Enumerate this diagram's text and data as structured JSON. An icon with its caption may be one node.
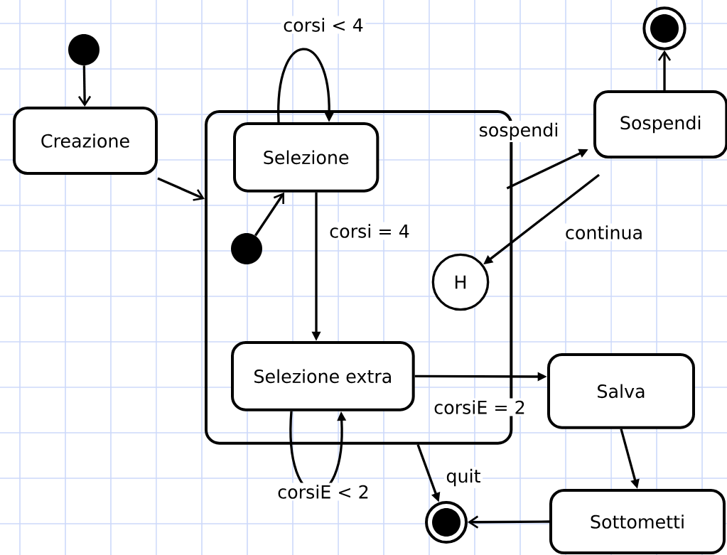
{
  "diagram": {
    "nodes": [
      {
        "text": [],
        "shape": "circle"
      },
      {
        "text": [
          "Creazione"
        ]
      },
      {
        "text": [],
        "shape": "box"
      },
      {
        "text": [
          "Selezione"
        ],
        "in": 2
      },
      {
        "text": [],
        "shape": "circle",
        "in": 2
      },
      {
        "text": [
          "H"
        ],
        "in": 2
      },
      {
        "text": [
          "Selezione extra"
        ],
        "in": 2
      },
      {
        "text": [
          "Sospendi"
        ]
      },
      {
        "text": [],
        "shape": "circle"
      },
      {
        "text": [
          "Salva"
        ]
      },
      {
        "text": [
          "Sottometti"
        ]
      },
      {
        "text": [],
        "shape": "circle"
      }
    ],
    "edges": [
      {
        "from": 0,
        "to": 1,
        "arrow": "to"
      },
      {
        "from": 1,
        "to": 2,
        "arrow": "to"
      },
      {
        "from": 3,
        "to": 3,
        "arrow": "to",
        "label": "corsi < 4"
      },
      {
        "from": 4,
        "to": 3,
        "arrow": "to"
      },
      {
        "from": 3,
        "to": 6,
        "arrow": "to",
        "label": "corsi = 4"
      },
      {
        "from": 6,
        "to": 6,
        "arrow": "to",
        "label": "corsiE < 2"
      },
      {
        "from": 6,
        "to": 9,
        "arrow": "to",
        "label": "corsiE = 2"
      },
      {
        "from": 2,
        "to": 7,
        "arrow": "to",
        "label": "sospendi"
      },
      {
        "from": 7,
        "to": 5,
        "arrow": "to",
        "label": "continua"
      },
      {
        "from": 7,
        "to": 8,
        "arrow": "to"
      },
      {
        "from": 2,
        "to": 11,
        "arrow": "to",
        "label": "quit"
      },
      {
        "from": 9,
        "to": 10,
        "arrow": "to"
      },
      {
        "from": 10,
        "to": 11,
        "arrow": "to"
      }
    ]
  }
}
